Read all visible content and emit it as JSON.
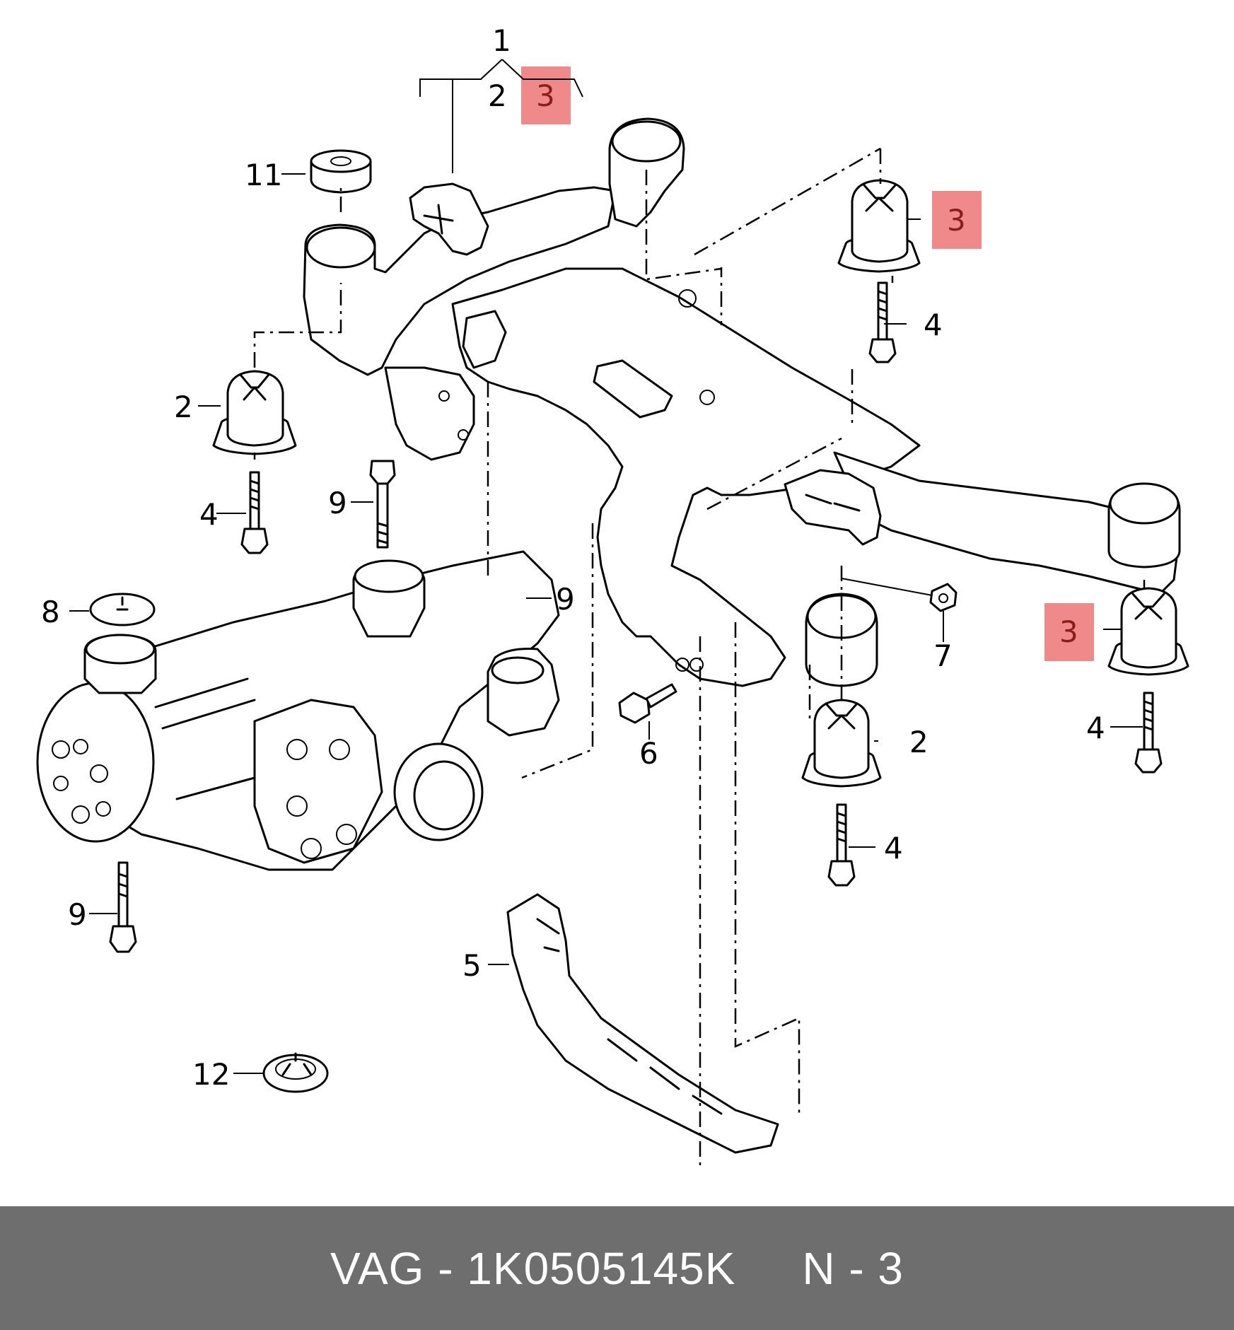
{
  "diagram": {
    "callouts": {
      "c1": "1",
      "c2_top": "2",
      "c3_top": "3",
      "c3_right_upper": "3",
      "c3_right_lower": "3",
      "c11": "11",
      "c2_left": "2",
      "c4_left": "4",
      "c4_upper_right": "4",
      "c4_mid": "4",
      "c4_right": "4",
      "c2_right": "2",
      "c9_mid": "9",
      "c9_right": "9",
      "c9_left": "9",
      "c8": "8",
      "c6": "6",
      "c7": "7",
      "c5": "5",
      "c12": "12"
    },
    "highlight_color": "#f08a8a"
  },
  "footer": {
    "text": "VAG - 1K0505145K     N - 3",
    "background": "#6e6e6e"
  }
}
